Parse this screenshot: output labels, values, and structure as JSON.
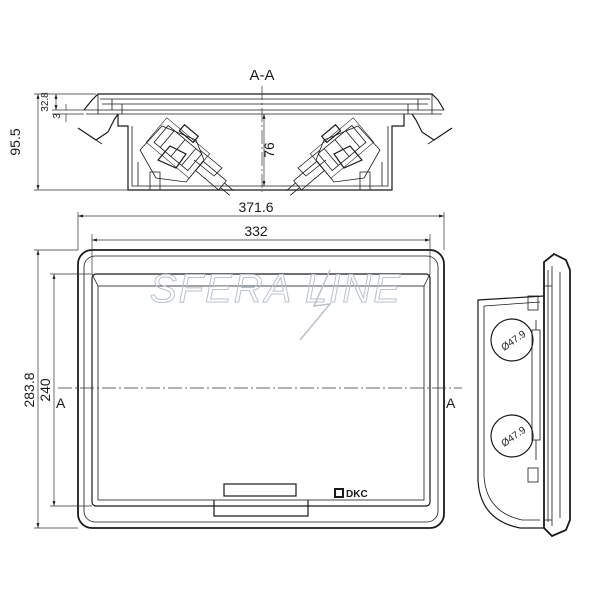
{
  "section_label": "A-A",
  "section_marks": {
    "left": "A",
    "right": "A"
  },
  "dimensions": {
    "overall_height": "95.5",
    "flange_height": "32.8",
    "flange_thickness": "3",
    "box_depth": "76",
    "outer_width": "371.6",
    "inner_width": "332",
    "outer_height": "283.8",
    "inner_height": "240"
  },
  "knockouts": {
    "top": "Ø47.9",
    "bottom": "Ø47.9"
  },
  "brand_logo": "DKC",
  "watermark": "SFERA LINE"
}
